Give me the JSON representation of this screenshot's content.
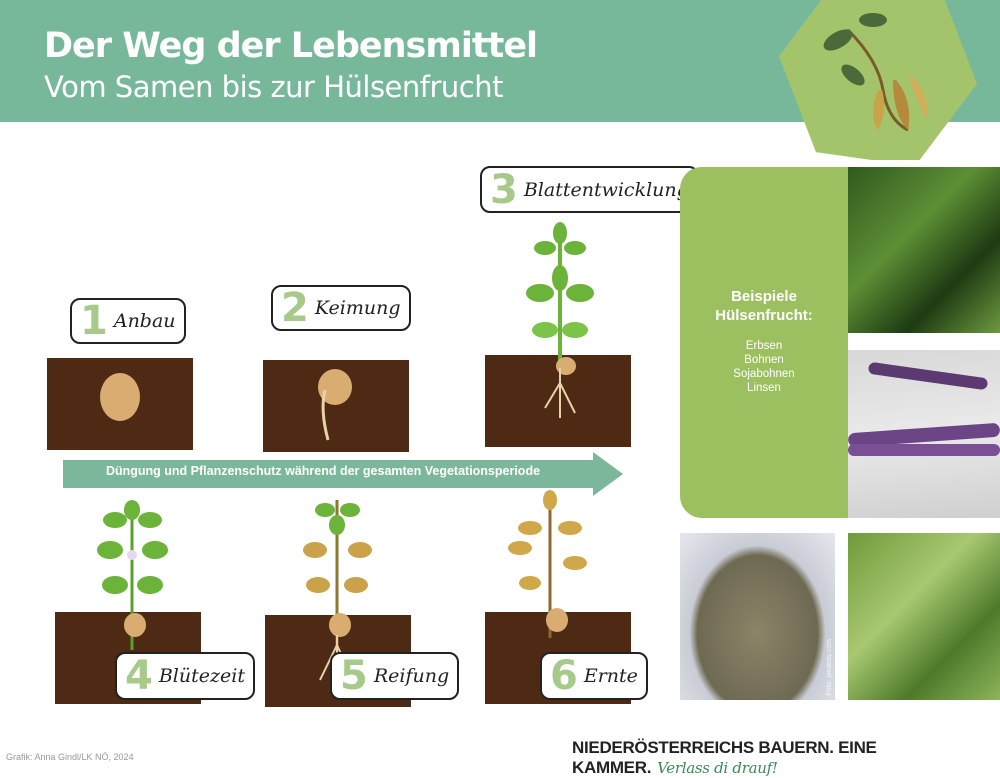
{
  "header": {
    "title": "Der Weg der Lebensmittel",
    "subtitle": "Vom Samen bis zur Hülsenfrucht"
  },
  "steps": [
    {
      "num": "1",
      "label": "Anbau"
    },
    {
      "num": "2",
      "label": "Keimung"
    },
    {
      "num": "3",
      "label": "Blattentwicklung"
    },
    {
      "num": "4",
      "label": "Blütezeit"
    },
    {
      "num": "5",
      "label": "Reifung"
    },
    {
      "num": "6",
      "label": "Ernte"
    }
  ],
  "arrow": {
    "text": "Düngung und Pflanzenschutz während der gesamten Vegetationsperiode"
  },
  "panel": {
    "title_line1": "Beispiele",
    "title_line2": "Hülsenfrucht:",
    "items": [
      "Erbsen",
      "Bohnen",
      "Sojabohnen",
      "Linsen"
    ]
  },
  "photos": {
    "lentils_caption": "Foto: pixabay.com"
  },
  "footer": {
    "credit": "Grafik: Anna Gindl/LK NÖ, 2024",
    "slogan": "NIEDERÖSTERREICHS BAUERN. EINE KAMMER.",
    "tagline": "Verlass di drauf!"
  },
  "colors": {
    "header": "#77b89b",
    "panel": "#9cc05f",
    "soil": "#4e2a14",
    "number": "#a7c98a"
  }
}
